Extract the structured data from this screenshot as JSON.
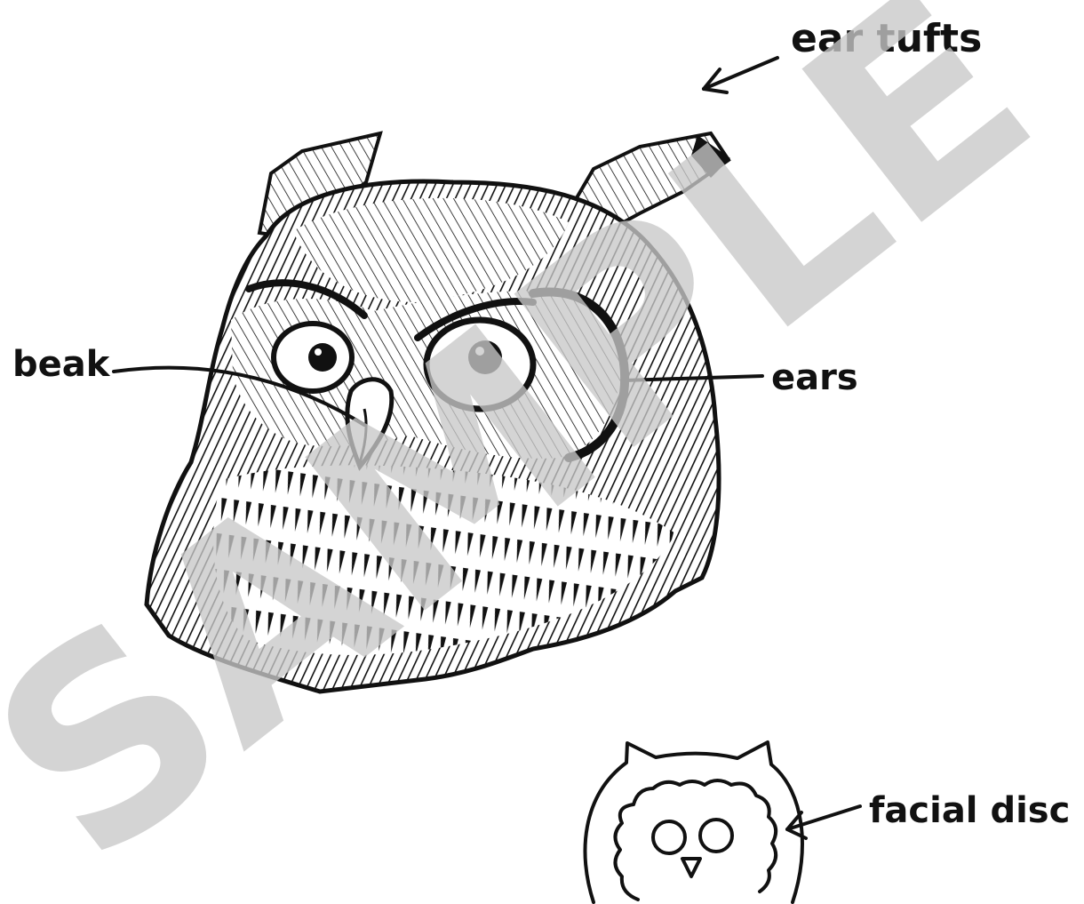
{
  "labels": {
    "ear_tufts": "ear tufts",
    "beak": "beak",
    "ears": "ears",
    "facial_disc": "facial disc"
  },
  "watermark": {
    "text": "SAMPLE",
    "color": "#c8c8c8"
  },
  "colors": {
    "ink": "#111111",
    "paper": "#ffffff"
  }
}
